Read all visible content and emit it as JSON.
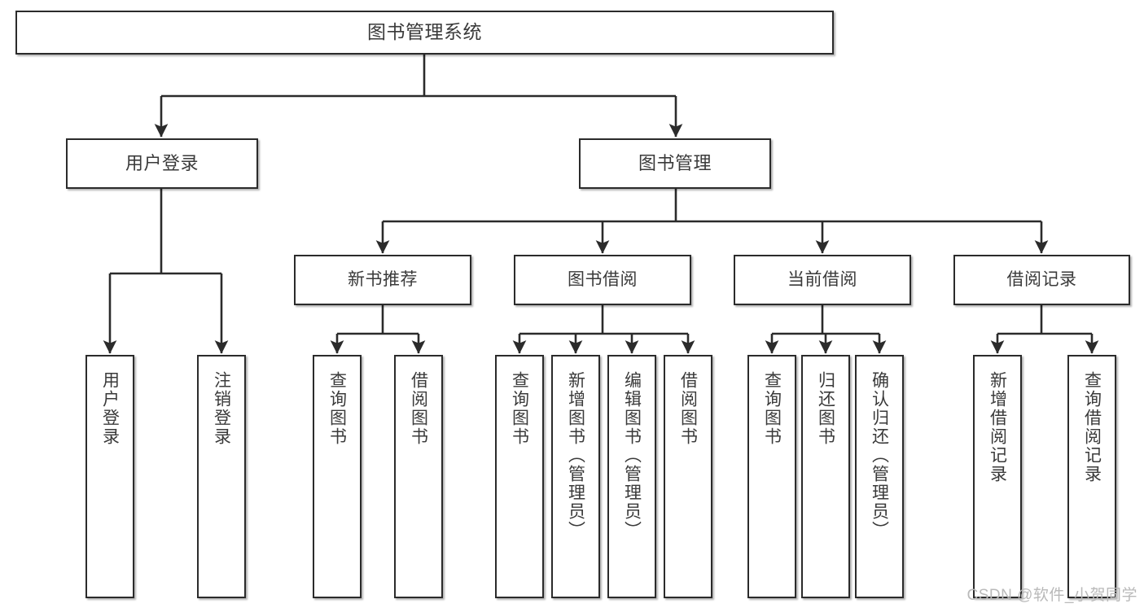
{
  "diagram": {
    "type": "tree-hierarchy-chart",
    "title": "图书管理系统",
    "watermark": "CSDN @软件_小贺同学",
    "colors": {
      "box_border": "#2b2b2b",
      "box_fill": "#ffffff",
      "connector": "#2b2b2b",
      "text": "#3a3a3a",
      "watermark": "#b9b9b9",
      "background": "#ffffff"
    },
    "nodes": {
      "root": {
        "label": "图书管理系统",
        "level": 1
      },
      "level2": [
        {
          "id": "user-login",
          "label": "用户登录"
        },
        {
          "id": "book-manage",
          "label": "图书管理"
        }
      ],
      "level3": [
        {
          "id": "new-book-recommend",
          "label": "新书推荐",
          "parent": "book-manage"
        },
        {
          "id": "book-borrow",
          "label": "图书借阅",
          "parent": "book-manage"
        },
        {
          "id": "current-borrow",
          "label": "当前借阅",
          "parent": "book-manage"
        },
        {
          "id": "borrow-record",
          "label": "借阅记录",
          "parent": "book-manage"
        }
      ],
      "leaves": [
        {
          "id": "leaf-user-login",
          "label": "用户登录",
          "parent": "user-login"
        },
        {
          "id": "leaf-logout-login",
          "label": "注销登录",
          "parent": "user-login"
        },
        {
          "id": "leaf-query-book-1",
          "label": "查询图书",
          "parent": "new-book-recommend"
        },
        {
          "id": "leaf-borrow-book-1",
          "label": "借阅图书",
          "parent": "new-book-recommend"
        },
        {
          "id": "leaf-query-book-2",
          "label": "查询图书",
          "parent": "book-borrow"
        },
        {
          "id": "leaf-add-book",
          "label": "新增图书（管理员）",
          "parent": "book-borrow"
        },
        {
          "id": "leaf-edit-book",
          "label": "编辑图书（管理员）",
          "parent": "book-borrow"
        },
        {
          "id": "leaf-borrow-book-2",
          "label": "借阅图书",
          "parent": "book-borrow"
        },
        {
          "id": "leaf-query-book-3",
          "label": "查询图书",
          "parent": "current-borrow"
        },
        {
          "id": "leaf-return-book",
          "label": "归还图书",
          "parent": "current-borrow"
        },
        {
          "id": "leaf-confirm-return",
          "label": "确认归还（管理员）",
          "parent": "current-borrow"
        },
        {
          "id": "leaf-add-record",
          "label": "新增借阅记录",
          "parent": "borrow-record"
        },
        {
          "id": "leaf-query-record",
          "label": "查询借阅记录",
          "parent": "borrow-record"
        }
      ]
    }
  }
}
